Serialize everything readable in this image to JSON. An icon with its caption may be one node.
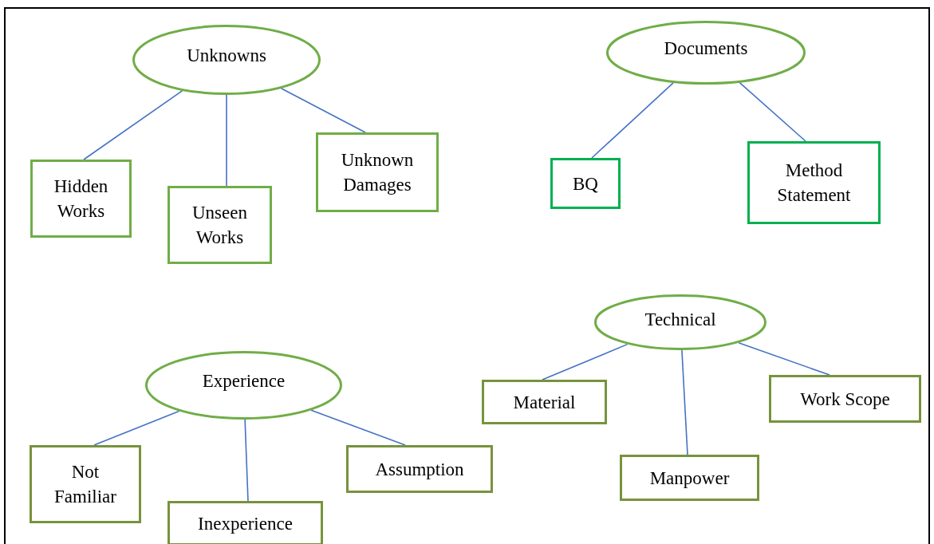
{
  "diagram": {
    "nodes": [
      {
        "text": [
          "Unknowns"
        ]
      },
      {
        "text": [
          "Hidden Works"
        ]
      },
      {
        "text": [
          "Unseen Works"
        ]
      },
      {
        "text": [
          "Unknown Damages"
        ]
      },
      {
        "text": [
          "Documents"
        ]
      },
      {
        "text": [
          "BQ"
        ]
      },
      {
        "text": [
          "Method Statement"
        ]
      },
      {
        "text": [
          "Experience"
        ]
      },
      {
        "text": [
          "Not Familiar"
        ]
      },
      {
        "text": [
          "Inexperience"
        ]
      },
      {
        "text": [
          "Assumption"
        ]
      },
      {
        "text": [
          "Technical"
        ]
      },
      {
        "text": [
          "Material"
        ]
      },
      {
        "text": [
          "Manpower"
        ]
      },
      {
        "text": [
          "Work Scope"
        ]
      }
    ],
    "edges": [
      {
        "from": 0,
        "to": 1,
        "arrow": "none"
      },
      {
        "from": 0,
        "to": 2,
        "arrow": "none"
      },
      {
        "from": 0,
        "to": 3,
        "arrow": "none"
      },
      {
        "from": 4,
        "to": 5,
        "arrow": "none"
      },
      {
        "from": 4,
        "to": 6,
        "arrow": "none"
      },
      {
        "from": 7,
        "to": 8,
        "arrow": "none"
      },
      {
        "from": 7,
        "to": 9,
        "arrow": "none"
      },
      {
        "from": 7,
        "to": 10,
        "arrow": "none"
      },
      {
        "from": 11,
        "to": 12,
        "arrow": "none"
      },
      {
        "from": 11,
        "to": 13,
        "arrow": "none"
      },
      {
        "from": 11,
        "to": 14,
        "arrow": "none"
      }
    ]
  }
}
